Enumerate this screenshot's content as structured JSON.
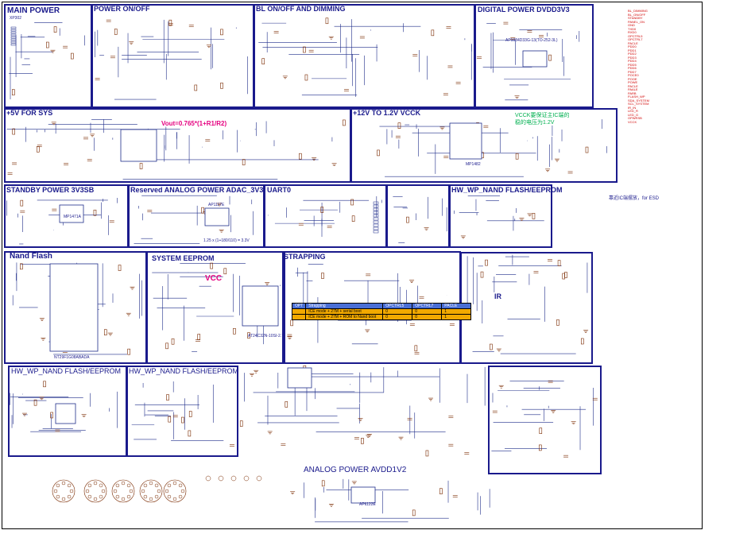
{
  "colors": {
    "block_border": "#1a1a8c",
    "wire": "#1f2d8a",
    "component": "#7a2a00",
    "net_label": "#d00000",
    "note": "#e5007f",
    "green_note": "#00b050",
    "table_header": "#4a6fd6",
    "table_row": "#f2a900"
  },
  "blocks": {
    "main_power": "MAIN POWER",
    "power_onoff": "POWER ON/OFF",
    "bl_onoff": "BL ON/OFF AND DIMMING",
    "digital_power": "DIGITAL POWER DVDD3V3",
    "plus5v": "+5V FOR SYS",
    "v12_to_v12": "+12V TO 1.2V VCCK",
    "standby_power": "STANDBY POWER 3V3SB",
    "reserved_analog": "Reserved ANALOG POWER ADAC_3V3",
    "uart0": "UART0",
    "hw_wp_nand_top": "HW_WP_NAND FLASH/EEPROM",
    "nand_flash": "Nand Flash",
    "system_eeprom": "SYSTEM EEPROM",
    "strapping": "STRAPPING",
    "ir": "IR",
    "hw_wp_nand_left": "HW_WP_NAND FLASH/EEPROM",
    "hw_wp_nand_mid": "HW_WP_NAND FLASH/EEPROM",
    "analog_power": "ANALOG POWER AVDD1V2"
  },
  "annotations": {
    "vout_formula": "Vout=0.765*(1+R1/R2)",
    "vcc_label": "VCC",
    "vcck_note_line1": "VCCK要保证主IC端的",
    "vcck_note_line2": "稳的电压为1.2V",
    "esd_note": "靠近IC端摆放，for ESD",
    "adac_formula": "1.25 x (1+180/110) = 3.3V",
    "ir_label": "IR"
  },
  "strapping_table": {
    "headers": [
      "OPT",
      "Strapping",
      "OPCTRL5",
      "OPCTRL7",
      "PACLE"
    ],
    "rows": [
      [
        "ICE mode + 27M + serial boot",
        "0",
        "0",
        "1"
      ],
      [
        "ICE mode + 27M + ROM to Nand boot",
        "0",
        "0",
        "1"
      ]
    ]
  },
  "parts": {
    "main_power_conn": "XP302",
    "u_standby": "MP1471A",
    "u_vcck": "MP1482",
    "u_nand": "NT29F1G08ABADA",
    "u_eeprom": "AT24C32N-10SI-2.7",
    "u_dvdd": "AP1084D33G-13(TO-252-3L)",
    "u_adac": "AP1117E",
    "u_avdd": "AP1122E"
  },
  "right_nets": [
    "BL_DIMMING",
    "BL_ON/OFF",
    "STANDBY",
    "PANEL_ON",
    "GND",
    "TXD0",
    "RXD0",
    "OPCTRL5",
    "OPCTRL7",
    "PACLE",
    "PDD0",
    "PDD1",
    "PDD2",
    "PDD3",
    "PDD4",
    "PDD5",
    "PDD6",
    "PDD7",
    "POCE0",
    "POOE",
    "POWE",
    "PACLE",
    "PAALE",
    "PARB",
    "FLASH_WP",
    "SDA_SYSTEM",
    "SCL_SYSTEM",
    "IR_IN",
    "LED_R",
    "LED_G",
    "OPWRSB",
    "VCCK"
  ]
}
